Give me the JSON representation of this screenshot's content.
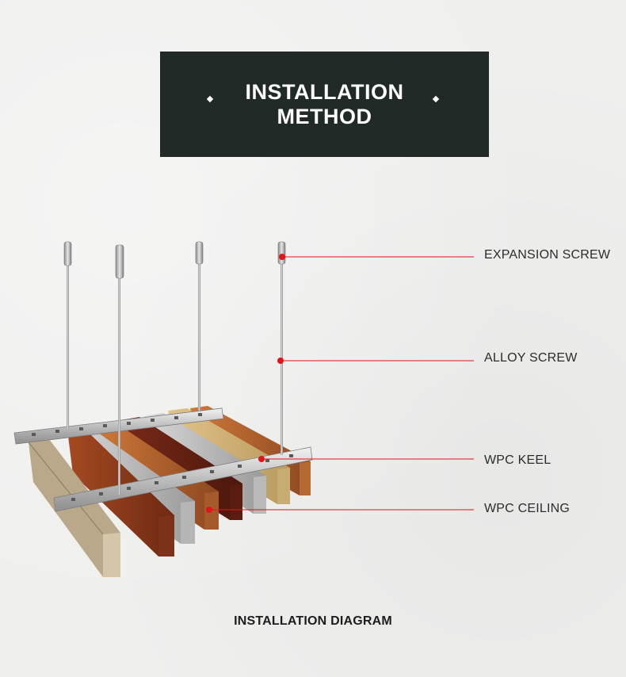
{
  "header": {
    "title_line1": "INSTALLATION",
    "title_line2": "METHOD",
    "background_color": "#222a27"
  },
  "callouts": [
    {
      "label": "EXPANSION SCREW"
    },
    {
      "label": "ALLOY SCREW"
    },
    {
      "label": "WPC KEEL"
    },
    {
      "label": "WPC CEILING"
    }
  ],
  "accent_color": "#e0141b",
  "caption": "INSTALLATION DIAGRAM"
}
